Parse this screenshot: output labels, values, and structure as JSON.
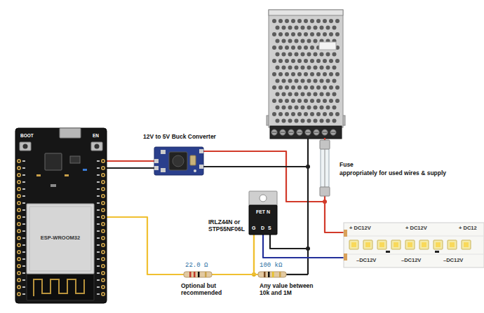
{
  "diagram": {
    "nodes": [
      {
        "text": [
          "BOOT",
          "EN",
          "ESP-WROOM32"
        ]
      },
      {
        "text": [
          "12V to 5V Buck Converter"
        ]
      },
      {
        "text": [
          "Fuse",
          "appropriately for used wires & supply"
        ]
      },
      {
        "text": [
          "IRLZ44N or STP55NF06L",
          "FET N",
          "G",
          "D",
          "S"
        ]
      },
      {
        "text": [
          "+ DC12V",
          "+ DC12V",
          "+ DC12",
          "–DC12V",
          "–DC12V",
          "–DC12V"
        ]
      },
      {
        "text": [
          "22.0 Ω"
        ]
      },
      {
        "text": [
          "100 kΩ"
        ]
      }
    ],
    "edges": [
      {
        "from": 0,
        "to": 1,
        "arrow": "none"
      },
      {
        "from": 0,
        "to": 1,
        "arrow": "none"
      },
      {
        "from": 2,
        "to": 4,
        "arrow": "none"
      },
      {
        "from": 3,
        "to": 4,
        "arrow": "none"
      },
      {
        "from": 0,
        "to": 5,
        "arrow": "none"
      },
      {
        "from": 5,
        "to": 3,
        "arrow": "none"
      },
      {
        "from": 3,
        "to": 6,
        "arrow": "none"
      }
    ],
    "labels": [
      "Optional but recommended",
      "Any value between 10k and 1M"
    ]
  }
}
